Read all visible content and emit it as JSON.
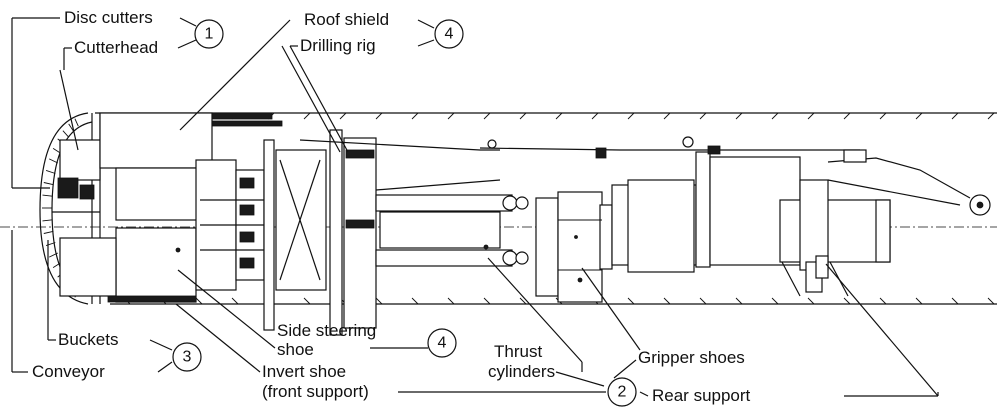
{
  "labels": {
    "disc_cutters": "Disc cutters",
    "cutterhead": "Cutterhead",
    "roof_shield": "Roof shield",
    "drilling_rig": "Drilling rig",
    "buckets": "Buckets",
    "conveyor": "Conveyor",
    "side_steering_shoe_1": "Side steering",
    "side_steering_shoe_2": "shoe",
    "invert_shoe_1": "Invert shoe",
    "invert_shoe_2": "(front support)",
    "thrust_cylinders_1": "Thrust",
    "thrust_cylinders_2": "cylinders",
    "gripper_shoes": "Gripper shoes",
    "rear_support": "Rear support"
  },
  "callouts": {
    "disc_cutters": "1",
    "roof_shield": "4",
    "buckets": "3",
    "side_steering": "4",
    "thrust_group": "2"
  }
}
